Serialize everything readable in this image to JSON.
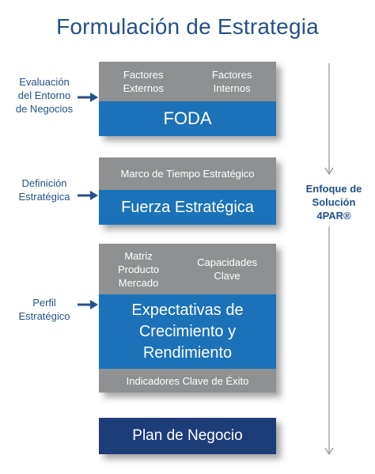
{
  "title": "Formulación de Estrategia",
  "left_labels": {
    "evaluacion": [
      "Evaluación",
      "del Entorno",
      "de Negocios"
    ],
    "definicion": [
      "Definición",
      "Estratégica"
    ],
    "perfil": [
      "Perfil",
      "Estratégico"
    ]
  },
  "foda": {
    "factores_externos": [
      "Factores",
      "Externos"
    ],
    "factores_internos": [
      "Factores",
      "Internos"
    ],
    "label": "FODA"
  },
  "fuerza": {
    "marco": "Marco de Tiempo Estratégico",
    "label": "Fuerza Estratégica"
  },
  "expectativas": {
    "matriz": [
      "Matriz",
      "Producto",
      "Mercado"
    ],
    "capacidades": [
      "Capacidades",
      "Clave"
    ],
    "label": [
      "Expectativas de",
      "Crecimiento y",
      "Rendimiento"
    ],
    "indicadores": "Indicadores Clave de Éxito"
  },
  "plan": {
    "label": "Plan de Negocio"
  },
  "right_label": [
    "Enfoque de",
    "Solución",
    "4PAR®"
  ],
  "colors": {
    "title": "#23518a",
    "gray": "#8e9091",
    "blue": "#1b72b8",
    "navy": "#1d3d78"
  }
}
